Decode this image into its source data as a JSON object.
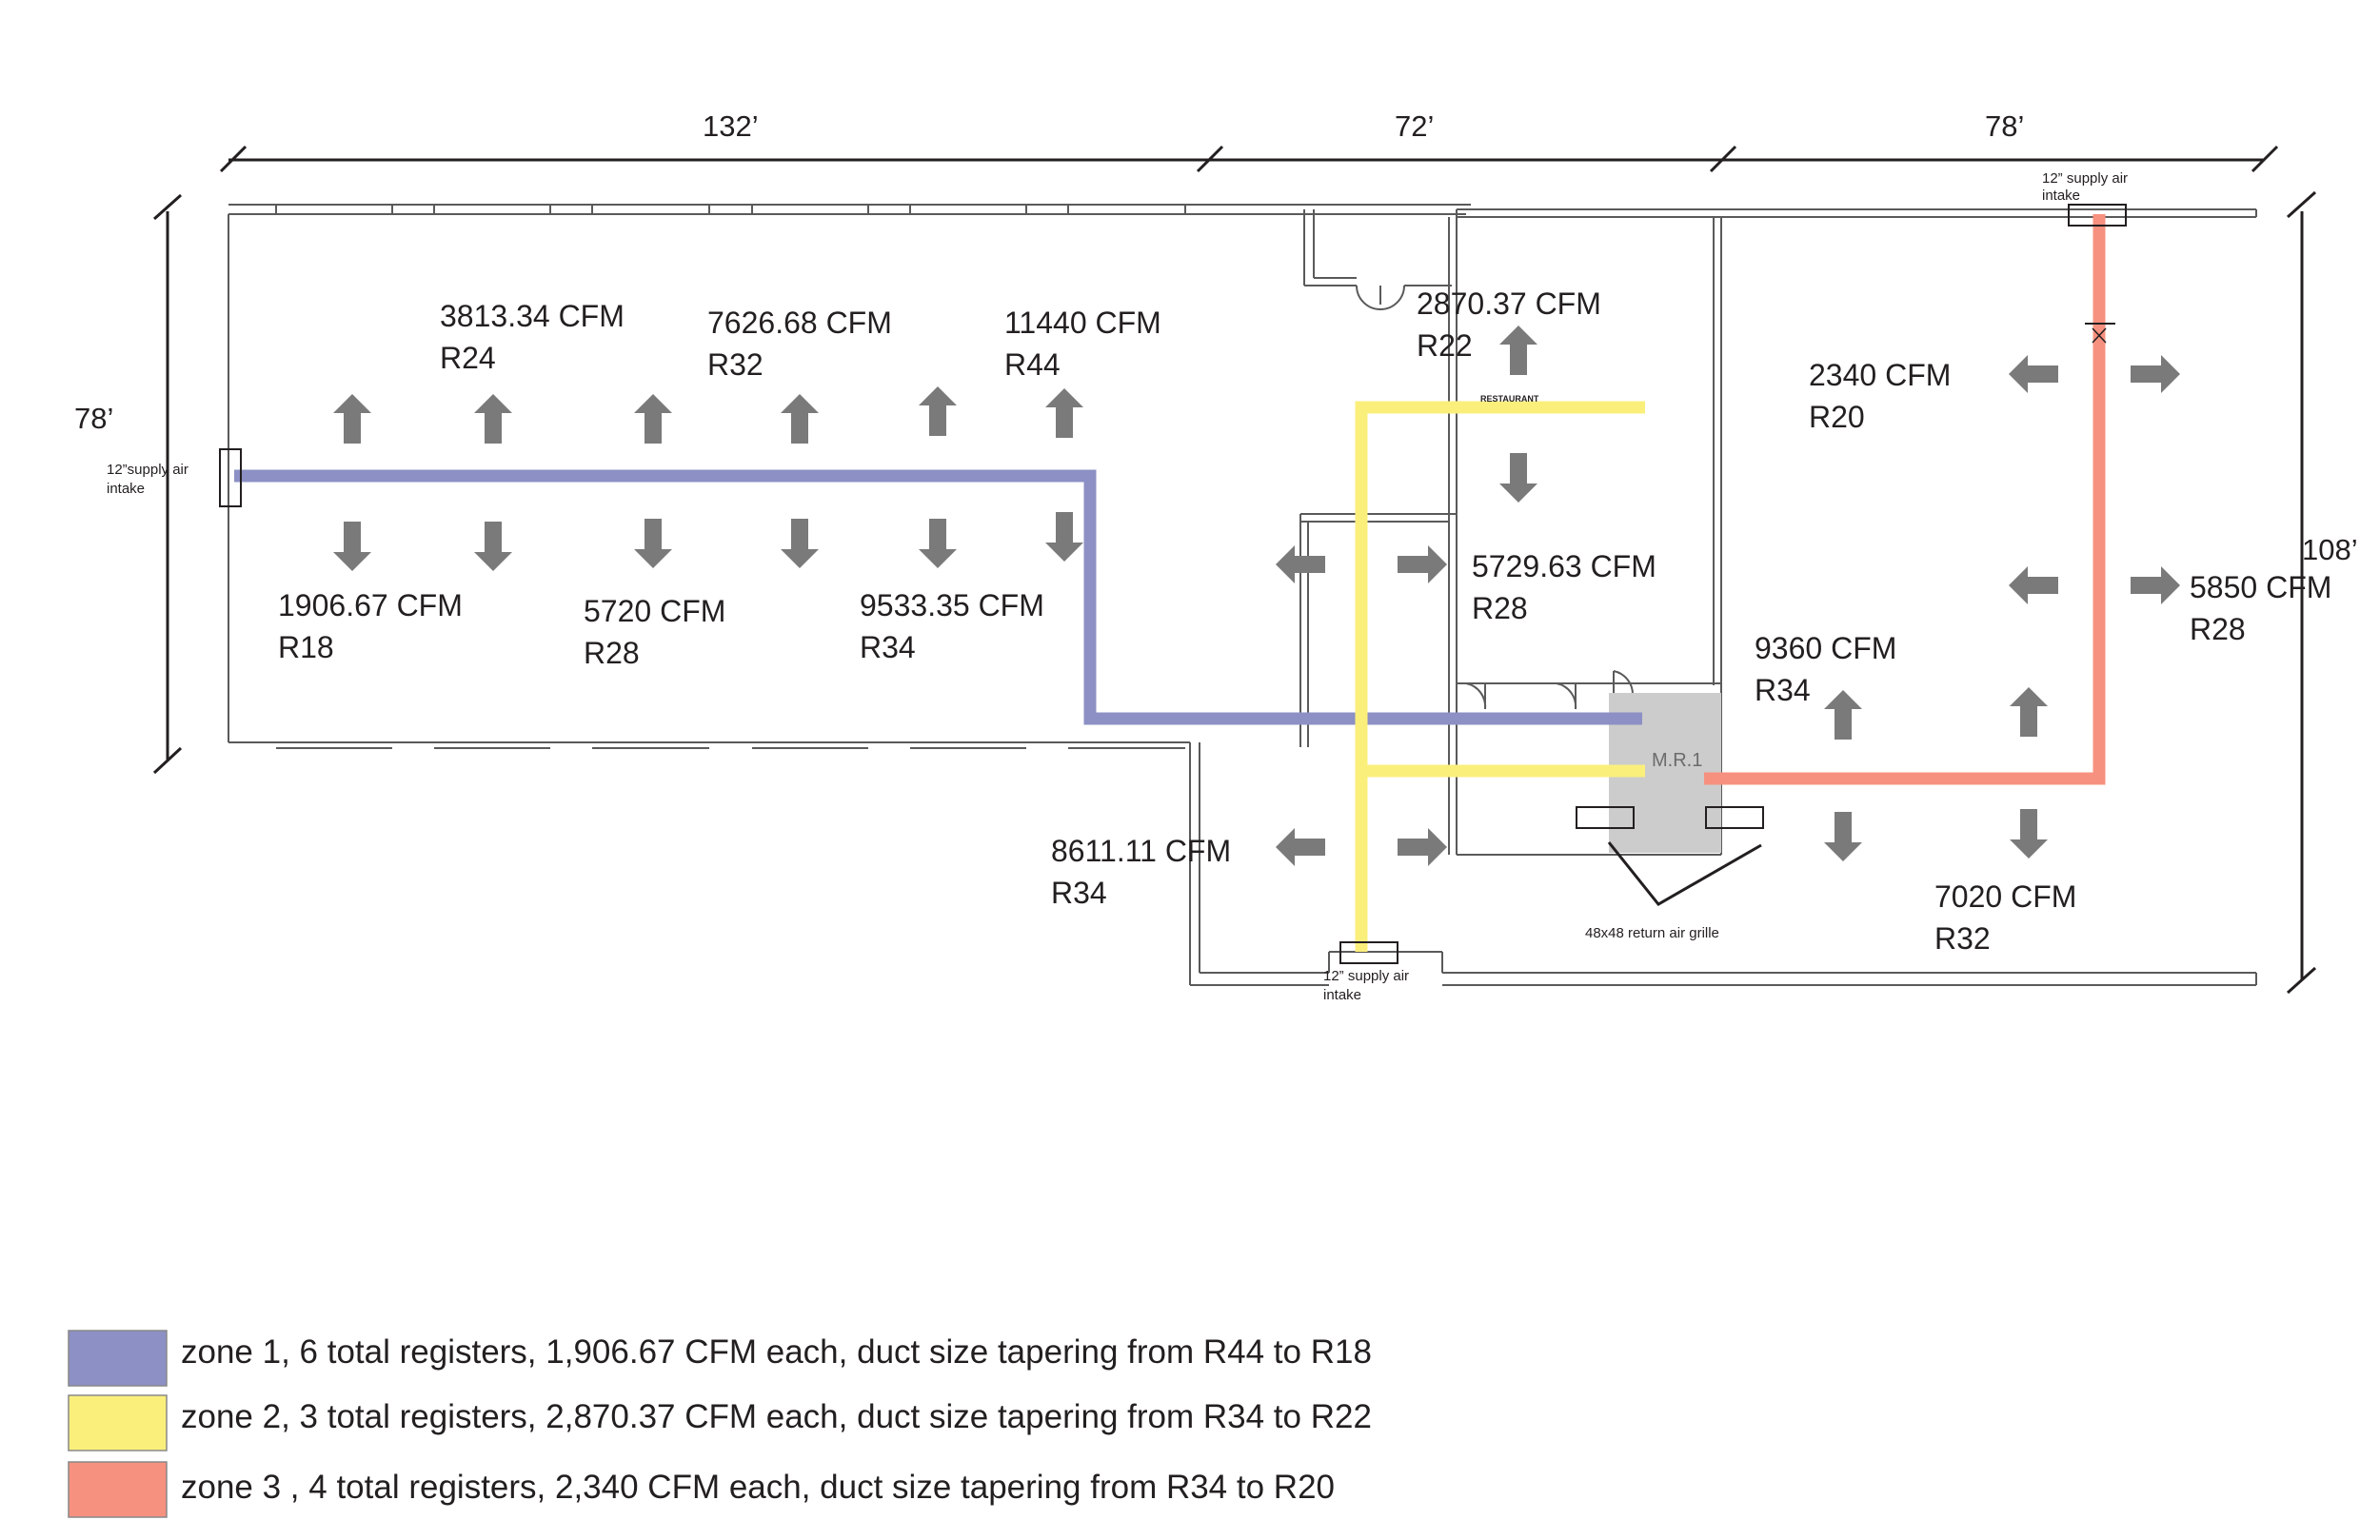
{
  "dimensions": {
    "top_left": "132’",
    "top_mid": "72’",
    "top_right": "78’",
    "left": "78’",
    "right": "108’"
  },
  "registers": [
    {
      "cfm": "3813.34 CFM",
      "size": "R24"
    },
    {
      "cfm": "7626.68 CFM",
      "size": "R32"
    },
    {
      "cfm": "11440 CFM",
      "size": "R44"
    },
    {
      "cfm": "1906.67 CFM",
      "size": "R18"
    },
    {
      "cfm": "5720 CFM",
      "size": "R28"
    },
    {
      "cfm": "9533.35 CFM",
      "size": "R34"
    },
    {
      "cfm": "2870.37 CFM",
      "size": "R22"
    },
    {
      "cfm": "5729.63 CFM",
      "size": "R28"
    },
    {
      "cfm": "8611.11 CFM",
      "size": "R34"
    },
    {
      "cfm": "2340 CFM",
      "size": "R20"
    },
    {
      "cfm": "5850 CFM",
      "size": "R28"
    },
    {
      "cfm": "9360 CFM",
      "size": "R34"
    },
    {
      "cfm": "7020 CFM",
      "size": "R32"
    }
  ],
  "labels": {
    "intake_left_1": "12”supply air",
    "intake_left_2": "intake",
    "intake_top_1": "12” supply air",
    "intake_top_2": "intake",
    "intake_bottom_1": "12” supply air",
    "intake_bottom_2": "intake",
    "mr1": "M.R.1",
    "return_grille": "48x48 return air grille",
    "restaurant": "RESTAURANT"
  },
  "legend": [
    {
      "color": "#8c90c4",
      "text": "zone 1, 6 total registers, 1,906.67 CFM  each, duct size tapering from R44 to R18"
    },
    {
      "color": "#fbef7c",
      "text": "zone 2, 3 total registers, 2,870.37 CFM each, duct size tapering from R34 to R22"
    },
    {
      "color": "#f7917f",
      "text": "zone 3 , 4 total registers, 2,340 CFM each, duct size tapering from R34 to R20"
    }
  ],
  "colors": {
    "zone1": "#8c90c4",
    "zone2": "#fbef7c",
    "zone3": "#f7917f",
    "arrow": "#7a7a7a",
    "mr1_fill": "#cccccc"
  }
}
